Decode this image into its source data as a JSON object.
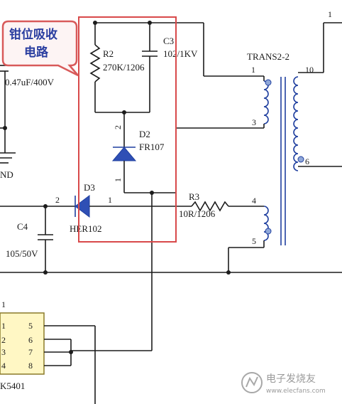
{
  "callout": {
    "line1": "钳位吸收",
    "line2": "电路"
  },
  "components": {
    "r2": {
      "ref": "R2",
      "value": "270K/1206"
    },
    "c3": {
      "ref": "C3",
      "value": "102/1KV"
    },
    "d2": {
      "ref": "D2",
      "value": "FR107",
      "pin_top": "2",
      "pin_bottom": "1"
    },
    "d3": {
      "ref": "D3",
      "value": "HER102",
      "pin_left": "2",
      "pin_right": "1"
    },
    "r3": {
      "ref": "R3",
      "value": "10R/1206"
    },
    "c4": {
      "ref": "C4",
      "value": "105/50V"
    },
    "c_left": {
      "value": "0.47uF/400V"
    },
    "gnd": {
      "label": "ND"
    },
    "transformer": {
      "ref": "TRANS2-2",
      "pin1": "1",
      "pin3": "3",
      "pin4": "4",
      "pin5": "5",
      "pin6": "6",
      "pin10": "10"
    },
    "top_right_pin": "1",
    "ic": {
      "name": "K5401",
      "pin_top": "1",
      "pins_left": [
        "1",
        "2",
        "3",
        "4"
      ],
      "pins_right": [
        "5",
        "6",
        "7",
        "8"
      ]
    }
  },
  "watermark": {
    "text": "电子发烧友",
    "sub": "www.elecfans.com"
  },
  "colors": {
    "callout_border": "#d85a5a",
    "highlight_box": "#d8494a",
    "diode_fill": "#2f4fb5",
    "transformer_blue": "#1f3f9f"
  }
}
